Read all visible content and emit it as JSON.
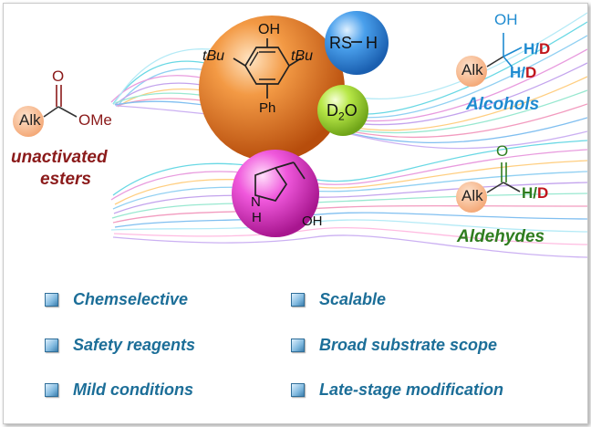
{
  "left_substrate": {
    "group": "Alk",
    "ester_suffix": "OMe",
    "carbonyl_o": "O",
    "caption_line1": "unactivated",
    "caption_line2": "esters"
  },
  "catalyst_phenol": {
    "oh": "OH",
    "tbu_left": "tBu",
    "tbu_right": "tBu",
    "ph": "Ph"
  },
  "reagent_thiol": "RS",
  "reagent_h": "H",
  "reagent_d2o": {
    "d": "D",
    "sub": "2",
    "o": "O"
  },
  "amine_catalyst": {
    "nh_n": "N",
    "nh_h": "H",
    "oh": "OH"
  },
  "product_alcohol": {
    "oh": "OH",
    "group": "Alk",
    "hd1_h": "H",
    "hd_slash": "/",
    "hd1_d": "D",
    "hd2_h": "H",
    "hd2_d": "D",
    "caption": "Alcohols"
  },
  "product_aldehyde": {
    "o": "O",
    "group": "Alk",
    "h": "H",
    "slash": "/",
    "d": "D",
    "caption": "Aldehydes"
  },
  "features": {
    "left": [
      "Chemselective",
      "Safety reagents",
      "Mild conditions"
    ],
    "right": [
      "Scalable",
      "Broad substrate scope",
      "Late-stage modification"
    ]
  },
  "colors": {
    "ester_red": "#8b1a1a",
    "alcohol_blue": "#1f8bd0",
    "aldehyde_green": "#2f7d1f",
    "deuterium_red": "#c0161c",
    "feature_blue": "#1c6e98",
    "orange_sphere": "#e2711d",
    "blue_sphere": "#2a86d8",
    "green_sphere": "#9bd62a",
    "magenta_sphere": "#e436c8",
    "peach_circle": "#f6b98a"
  }
}
